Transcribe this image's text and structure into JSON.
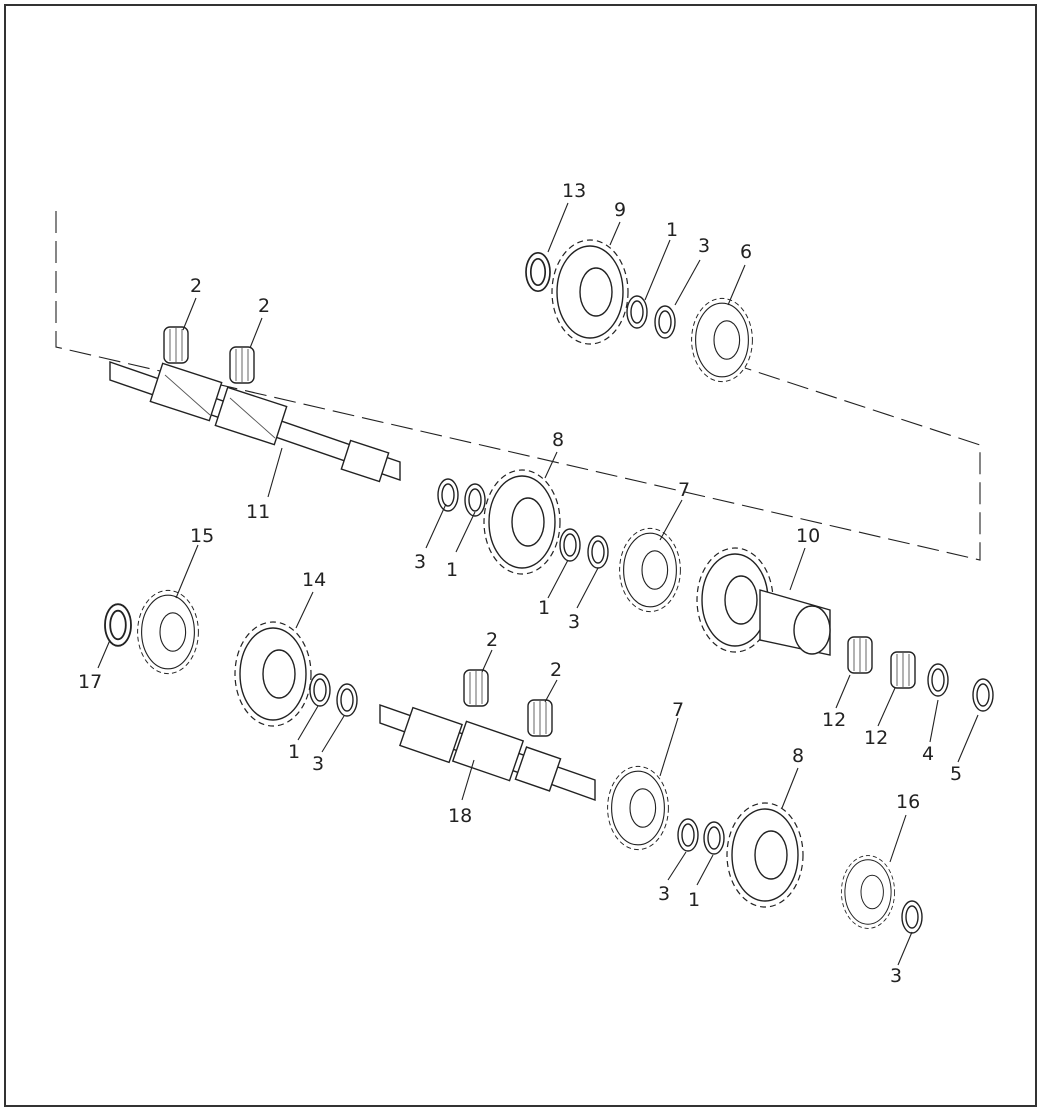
{
  "callouts": [
    {
      "text": "13"
    },
    {
      "text": "9"
    },
    {
      "text": "1"
    },
    {
      "text": "3"
    },
    {
      "text": "6"
    },
    {
      "text": "2"
    },
    {
      "text": "2"
    },
    {
      "text": "8"
    },
    {
      "text": "11"
    },
    {
      "text": "3"
    },
    {
      "text": "1"
    },
    {
      "text": "7"
    },
    {
      "text": "10"
    },
    {
      "text": "1"
    },
    {
      "text": "3"
    },
    {
      "text": "15"
    },
    {
      "text": "14"
    },
    {
      "text": "17"
    },
    {
      "text": "2"
    },
    {
      "text": "2"
    },
    {
      "text": "12"
    },
    {
      "text": "12"
    },
    {
      "text": "4"
    },
    {
      "text": "5"
    },
    {
      "text": "1"
    },
    {
      "text": "3"
    },
    {
      "text": "7"
    },
    {
      "text": "8"
    },
    {
      "text": "18"
    },
    {
      "text": "16"
    },
    {
      "text": "3"
    },
    {
      "text": "1"
    },
    {
      "text": "3"
    }
  ]
}
